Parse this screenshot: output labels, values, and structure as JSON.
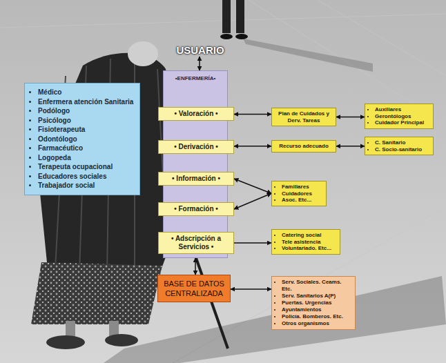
{
  "diagram": {
    "nodes": [
      {
        "text": [
          "USUARIO"
        ]
      },
      {
        "text": [
          "Médico",
          "Enfermera atención Sanitaria",
          "Podólogo",
          "Psicólogo",
          "Fisioterapeuta",
          "Odontólogo",
          "Farmacéutico",
          "Logopeda",
          "Terapeuta ocupacional",
          "Educadores sociales",
          "Trabajador social"
        ]
      },
      {
        "text": [
          "•ENFERMERÍA•"
        ]
      },
      {
        "text": [
          "• Valoración •"
        ],
        "in": 2
      },
      {
        "text": [
          "Plan de Cuidados y Derv. Tareas"
        ]
      },
      {
        "text": [
          "Auxiliares",
          "Gerontólogos",
          "Cuidador Principal"
        ]
      },
      {
        "text": [
          "• Derivación •"
        ],
        "in": 2
      },
      {
        "text": [
          "Recurso adecuado"
        ]
      },
      {
        "text": [
          "C. Sanitario",
          "C. Socio-sanitario"
        ]
      },
      {
        "text": [
          "• Información •"
        ],
        "in": 2
      },
      {
        "text": [
          "• Formación •"
        ],
        "in": 2
      },
      {
        "text": [
          "Familiares",
          "Cuidadores",
          "Asoc. Etc..."
        ]
      },
      {
        "text": [
          "• Adscripción a Servicios •"
        ],
        "in": 2
      },
      {
        "text": [
          "Catering social",
          "Tele asistencia",
          "Voluntariado. Etc..."
        ]
      },
      {
        "text": [
          "BASE DE DATOS CENTRALIZADA"
        ]
      },
      {
        "text": [
          "Serv. Sociales. Ceams. Etc.",
          "Serv. Sanitarios A(P)",
          "Puertas. Urgencias",
          "Ayuntamientos",
          "Policía. Bomberos. Etc.",
          "Otros organismos"
        ]
      }
    ],
    "edges": [
      {
        "from": 0,
        "to": 2,
        "arrow": "both"
      },
      {
        "from": 3,
        "to": 4,
        "arrow": "both"
      },
      {
        "from": 4,
        "to": 5,
        "arrow": "both"
      },
      {
        "from": 6,
        "to": 7,
        "arrow": "both"
      },
      {
        "from": 7,
        "to": 8,
        "arrow": "both"
      },
      {
        "from": 9,
        "to": 11,
        "arrow": "both"
      },
      {
        "from": 10,
        "to": 11,
        "arrow": "both"
      },
      {
        "from": 12,
        "to": 13,
        "arrow": "to"
      },
      {
        "from": 2,
        "to": 14,
        "arrow": "both"
      },
      {
        "from": 14,
        "to": 15,
        "arrow": "both"
      }
    ]
  }
}
